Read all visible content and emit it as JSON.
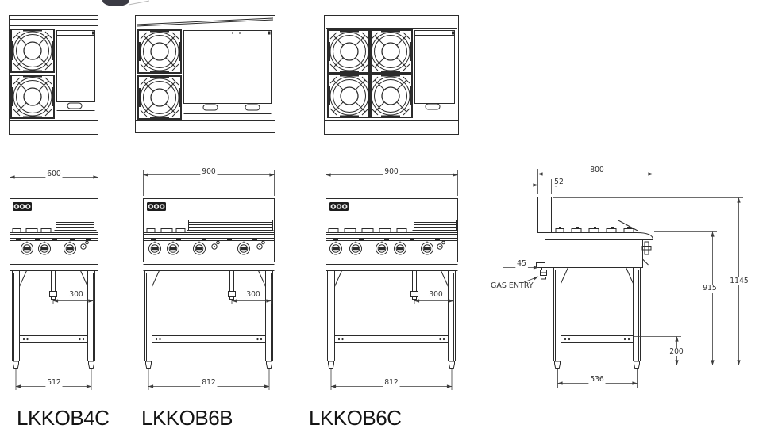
{
  "models": [
    {
      "name": "LKKOB4C",
      "dims": {
        "width": "600",
        "burner_offset": "300",
        "leg_span": "512"
      }
    },
    {
      "name": "LKKOB6B",
      "dims": {
        "width": "900",
        "burner_offset": "300",
        "leg_span": "812"
      }
    },
    {
      "name": "LKKOB6C",
      "dims": {
        "width": "900",
        "burner_offset": "300",
        "leg_span": "812"
      }
    }
  ],
  "side": {
    "depth": "800",
    "upstand": "52",
    "gas_offset": "45",
    "gas_label": "GAS ENTRY",
    "work_height": "915",
    "total_height": "1145",
    "brace_height": "200",
    "leg_span": "536"
  },
  "colors": {
    "line": "#2b2b2b",
    "dim_line": "#3d3d3d",
    "text": "#333333",
    "bg": "#ffffff"
  }
}
